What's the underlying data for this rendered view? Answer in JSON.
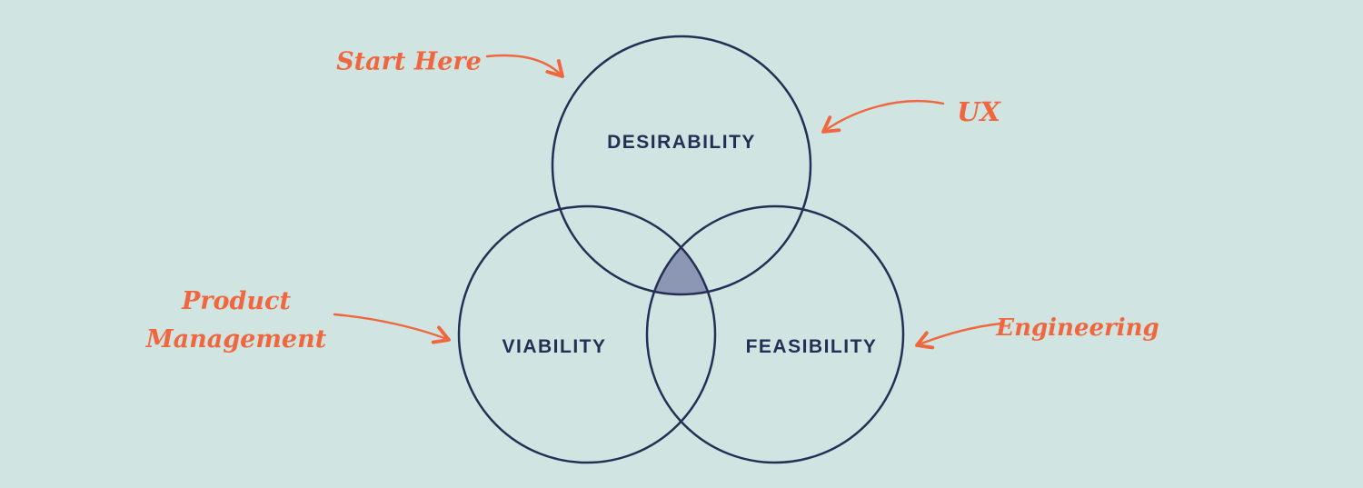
{
  "colors": {
    "background": "#d0e5e1",
    "circle_outline": "#252f56",
    "overlap_fill": "#8b97b3",
    "annotation_orange": "#f0673f"
  },
  "circles": {
    "desirability": "DESIRABILITY",
    "viability": "VIABILITY",
    "feasibility": "FEASIBILITY"
  },
  "annotations": {
    "start_here": "Start Here",
    "ux": "UX",
    "product_management": "Product\nManagement",
    "engineering": "Engineering"
  }
}
